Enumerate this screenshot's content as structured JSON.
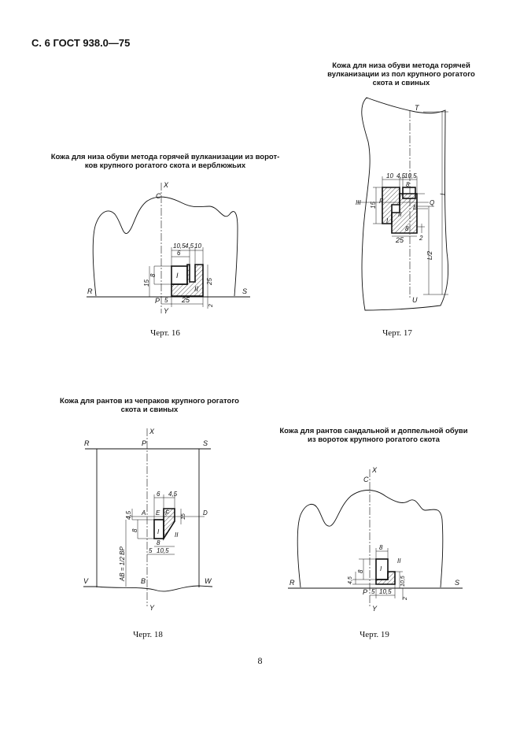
{
  "header": "С. 6 ГОСТ 938.0—75",
  "page_number": "8",
  "figures": {
    "f16": {
      "caption_line1": "Кожа для низа обуви метода горячей вулканизации из ворот-",
      "caption_line2": "ков крупного рогатого скота и верблюжьих",
      "label": "Черт. 16",
      "dims": {
        "d105": "10,5",
        "d45": "4,5",
        "d10": "10",
        "d6": "6",
        "d8": "8",
        "d15": "15",
        "d25v": "25",
        "d25h": "25",
        "d5": "5",
        "d2": "2"
      },
      "letters": {
        "C": "C",
        "X": "X",
        "R": "R",
        "S": "S",
        "P": "P",
        "Y": "Y",
        "I": "I",
        "II": "II"
      }
    },
    "f17": {
      "caption_line1": "Кожа для низа обуви метода горячей",
      "caption_line2": "вулканизации из пол крупного рогатого",
      "caption_line3": "скота и свиных",
      "label": "Черт. 17",
      "dims": {
        "d10": "10",
        "d45": "4,5",
        "d105": "10,5",
        "d8a": "8",
        "d15": "15",
        "d8b": "8",
        "d25": "25",
        "d2": "2",
        "dL": "L",
        "dL2": "L/2"
      },
      "letters": {
        "T": "T",
        "U": "U",
        "F": "F",
        "E": "E",
        "Q": "Q",
        "III": "III",
        "I": "I",
        "II": "II"
      }
    },
    "f18": {
      "caption_line1": "Кожа для рантов из чепраков крупного рогатого",
      "caption_line2": "скота и свиных",
      "label": "Черт. 18",
      "dims": {
        "d6": "6",
        "d45a": "4,5",
        "d45b": "4,5",
        "d15": "15",
        "d8a": "8",
        "d8b": "8",
        "d5": "5",
        "d105": "10,5",
        "dAB": "AB = 1/2 BP"
      },
      "letters": {
        "X": "X",
        "R": "R",
        "P": "P",
        "S": "S",
        "A": "A",
        "E": "E",
        "F": "F",
        "D": "D",
        "V": "V",
        "B": "B",
        "W": "W",
        "Y": "Y",
        "I": "I",
        "II": "II"
      }
    },
    "f19": {
      "caption_line1": "Кожа для рантов сандальной и доппельной обуви",
      "caption_line2": "из вороток крупного рогатого скота",
      "label": "Черт. 19",
      "dims": {
        "d8a": "8",
        "d8b": "8",
        "d45": "4,5",
        "d105a": "10,5",
        "d5": "5",
        "d105b": "10,5",
        "d2": "2"
      },
      "letters": {
        "X": "X",
        "C": "C",
        "R": "R",
        "S": "S",
        "P": "P",
        "Y": "Y",
        "I": "I",
        "II": "II"
      }
    }
  }
}
